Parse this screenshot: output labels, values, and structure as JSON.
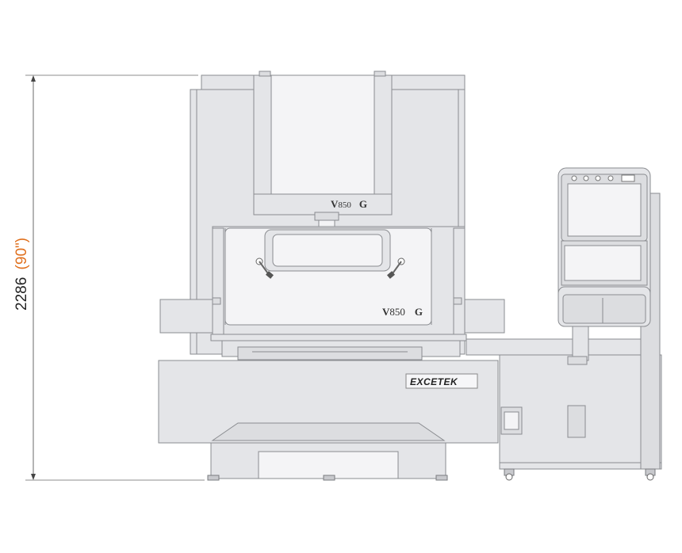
{
  "dimension": {
    "value_mm": "2286",
    "value_in": "(90\")",
    "in_color": "#e0701e",
    "mm_color": "#222222"
  },
  "machine": {
    "model_label_top": {
      "prefix": "V",
      "number": "850",
      "suffix": "G"
    },
    "model_label_front": {
      "prefix": "V",
      "number": "850",
      "suffix": "G"
    },
    "brand": "EXCETEK",
    "body_color": "#e4e5e8",
    "outline_color": "#8a8c90"
  }
}
